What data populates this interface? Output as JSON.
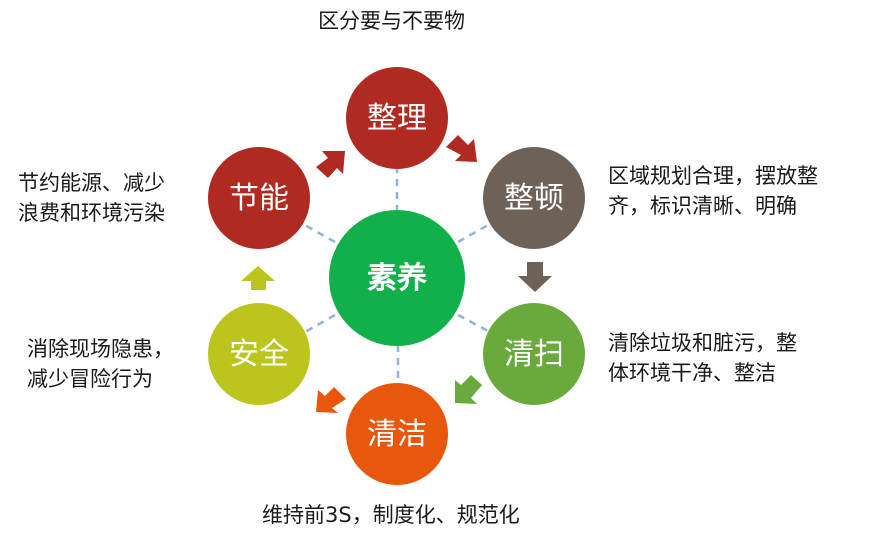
{
  "nodes": {
    "center": {
      "label": "素养",
      "color": "#12b04a"
    },
    "zhengli": {
      "label": "整理",
      "color": "#b12a22"
    },
    "zhengdun": {
      "label": "整顿",
      "color": "#6e6258"
    },
    "qingsao": {
      "label": "清扫",
      "color": "#6aaa3d"
    },
    "qingjie": {
      "label": "清洁",
      "color": "#e8570b"
    },
    "anquan": {
      "label": "安全",
      "color": "#bcc41e"
    },
    "jieneng": {
      "label": "节能",
      "color": "#b12a22"
    }
  },
  "descriptions": {
    "zhengli": [
      "区分要与不要物"
    ],
    "zhengdun": [
      "区域规划合理，摆放整",
      "齐，标识清晰、明确"
    ],
    "qingsao": [
      "清除垃圾和脏污，整",
      "体环境干净、整洁"
    ],
    "qingjie": [
      "维持前3S，制度化、规范化"
    ],
    "anquan": [
      "消除现场隐患，",
      "减少冒险行为"
    ],
    "jieneng": [
      "节约能源、减少",
      "浪费和环境污染"
    ]
  },
  "arrows": {
    "zhengli_to_zhengdun": "#b12a22",
    "zhengdun_to_qingsao": "#6e6258",
    "qingsao_to_qingjie": "#6aaa3d",
    "qingjie_to_anquan": "#e8570b",
    "anquan_to_jieneng": "#bcc41e",
    "jieneng_to_zhengli": "#b12a22"
  },
  "connector_color": "#8fb4d8"
}
